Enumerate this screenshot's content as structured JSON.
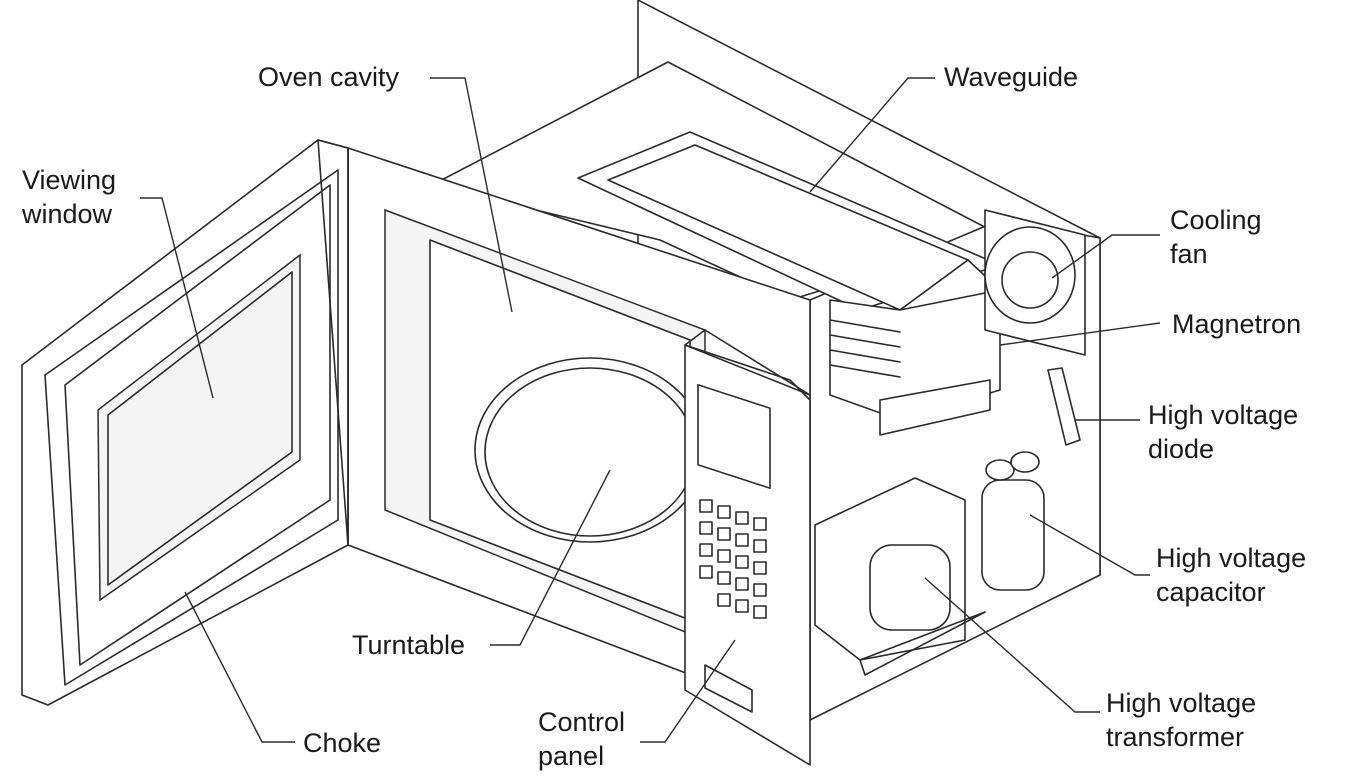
{
  "labels": {
    "oven_cavity": "Oven cavity",
    "waveguide": "Waveguide",
    "viewing_window": [
      "Viewing",
      "window"
    ],
    "cooling_fan": [
      "Cooling",
      "fan"
    ],
    "magnetron": "Magnetron",
    "high_voltage_diode": [
      "High voltage",
      "diode"
    ],
    "high_voltage_capacitor": [
      "High voltage",
      "capacitor"
    ],
    "turntable": "Turntable",
    "high_voltage_transformer": [
      "High voltage",
      "transformer"
    ],
    "choke": "Choke",
    "control_panel": [
      "Control",
      "panel"
    ]
  }
}
